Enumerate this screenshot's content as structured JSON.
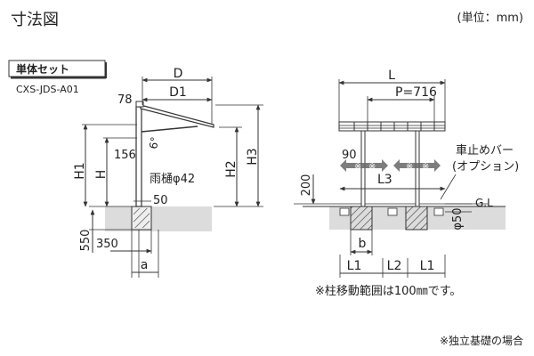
{
  "page": {
    "title": "寸法図",
    "unit_note": "(単位：mm)",
    "footnote": "※独立基礎の場合"
  },
  "set_box": {
    "label": "単体セット",
    "model": "CXS-JDS-A01"
  },
  "side_view": {
    "D": "D",
    "D1": "D1",
    "roof_offset": "78",
    "roof_angle": "6°",
    "H1": "H1",
    "H": "H",
    "H2": "H2",
    "H3": "H3",
    "gutter_drop": "156",
    "gutter": "雨樋φ42",
    "post_width": "50",
    "footing_depth": "550",
    "footing_width": "350",
    "a": "a"
  },
  "front_view": {
    "L": "L",
    "P": "P=716",
    "post_gap": "90",
    "wheel_stop_line1": "車止めバー",
    "wheel_stop_line2": "(オプション)",
    "L3": "L3",
    "bar_height": "200",
    "GL": "G.L",
    "pipe_dia": "φ50",
    "mark": "※",
    "b": "b",
    "L1_left": "L1",
    "L2": "L2",
    "L1_right": "L1",
    "move_note": "※柱移動範囲は100㎜です。"
  },
  "colors": {
    "line": "#333333",
    "arrow_band": "#666666",
    "ground": "#dcdcdc",
    "concrete": "#eeeeee"
  }
}
